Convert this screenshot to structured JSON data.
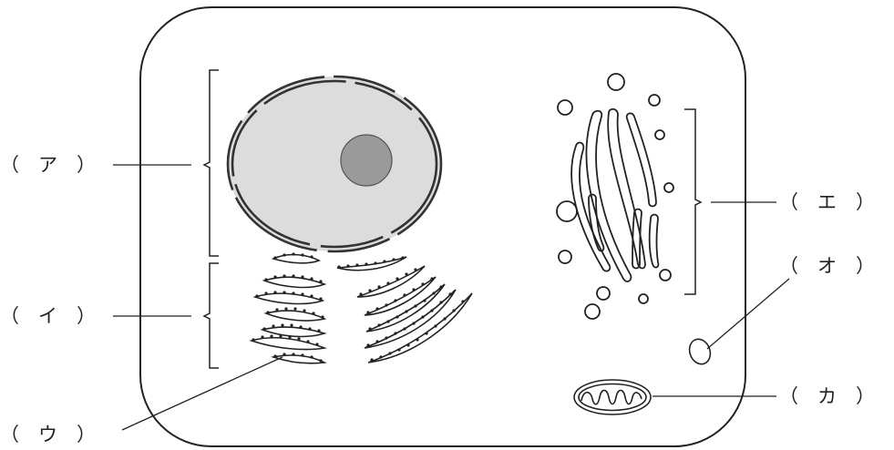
{
  "labels": {
    "a": "（　ア　）",
    "b": "（　イ　）",
    "c": "（　ウ　）",
    "d": "（　エ　）",
    "e": "（　オ　）",
    "f": "（　カ　）"
  },
  "colors": {
    "outline": "#222222",
    "nucleus_fill": "#dcdcdc",
    "nucleolus_fill": "#9a9a9a",
    "background": "#ffffff"
  }
}
